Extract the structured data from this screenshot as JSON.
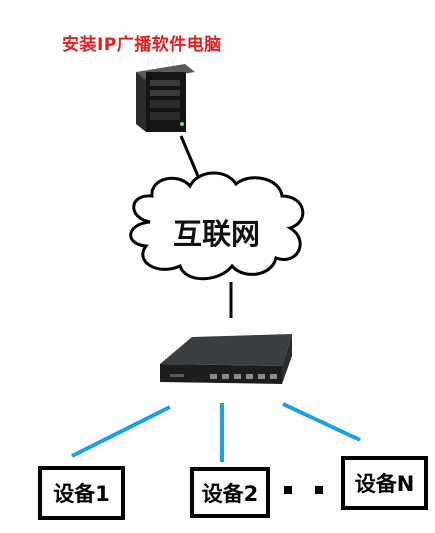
{
  "title": "安装IP广播软件电脑",
  "cloud_label": "互联网",
  "devices": [
    "设备1",
    "设备2",
    "设备N"
  ],
  "colors": {
    "title": "#e02020",
    "link": "#1aa0e0",
    "line": "#000000"
  }
}
